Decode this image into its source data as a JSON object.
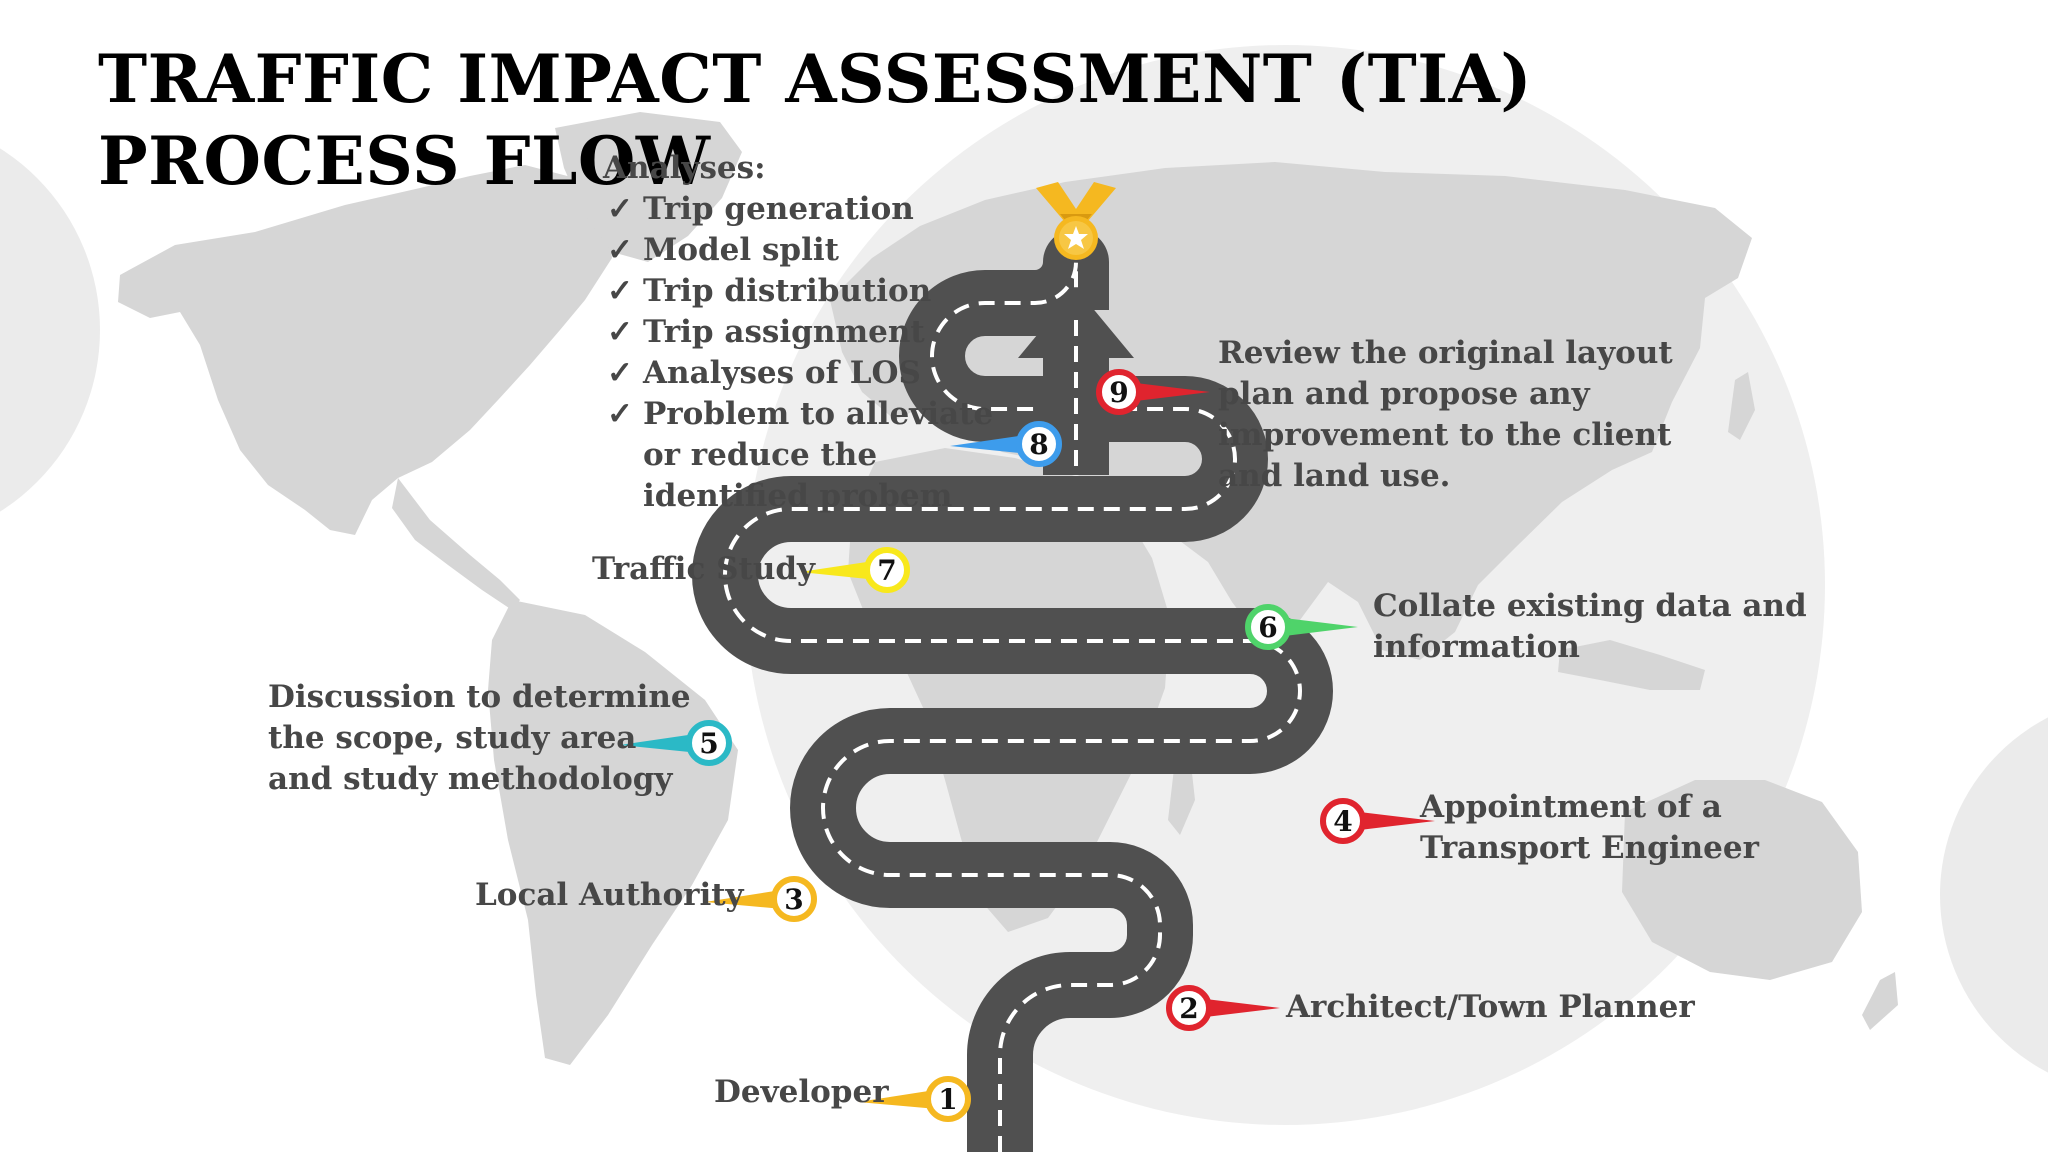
{
  "slide": {
    "title": "TRAFFIC IMPACT ASSESSMENT (TIA)  PROCESS FLOW"
  },
  "colors": {
    "road": "#505050",
    "background_circles": "#ebebeb",
    "map": "#d8d8d8",
    "trophy": "#f5b820"
  },
  "steps": [
    {
      "number": "1",
      "label": "Developer",
      "color": "#f5b820"
    },
    {
      "number": "2",
      "label": "Architect/Town Planner",
      "color": "#e0242e"
    },
    {
      "number": "3",
      "label": "Local Authority",
      "color": "#f5b820"
    },
    {
      "number": "4",
      "label": "Appointment of a Transport Engineer",
      "lines": [
        "Appointment of a",
        "Transport Engineer"
      ],
      "color": "#e0242e"
    },
    {
      "number": "5",
      "label": "Discussion to determine the scope, study area and study methodology",
      "lines": [
        "Discussion to determine",
        "the scope, study area",
        "and study methodology"
      ],
      "color": "#2bb9c6"
    },
    {
      "number": "6",
      "label": "Collate existing data and information",
      "lines": [
        "Collate existing data and",
        "information"
      ],
      "color": "#4fd36a"
    },
    {
      "number": "7",
      "label": "Traffic Study",
      "color": "#f8e81c"
    },
    {
      "number": "8",
      "label": "",
      "color": "#3d9cec"
    },
    {
      "number": "9",
      "label": "Review the original layout plan and propose any improvement to the client and land use.",
      "lines": [
        "Review the original layout",
        "plan and propose any",
        "improvement to the client",
        "and land use."
      ],
      "color": "#e0242e"
    }
  ],
  "analyses": {
    "heading": "Analyses:",
    "check_mark": "✓",
    "items": [
      {
        "text": "Trip generation"
      },
      {
        "text": "Model split"
      },
      {
        "text": "Trip distribution"
      },
      {
        "text": "Trip assignment"
      },
      {
        "text": "Analyses of LOS"
      },
      {
        "text": "Problem to alleviate",
        "continuation": [
          "or reduce the",
          "identified probem"
        ]
      }
    ]
  }
}
